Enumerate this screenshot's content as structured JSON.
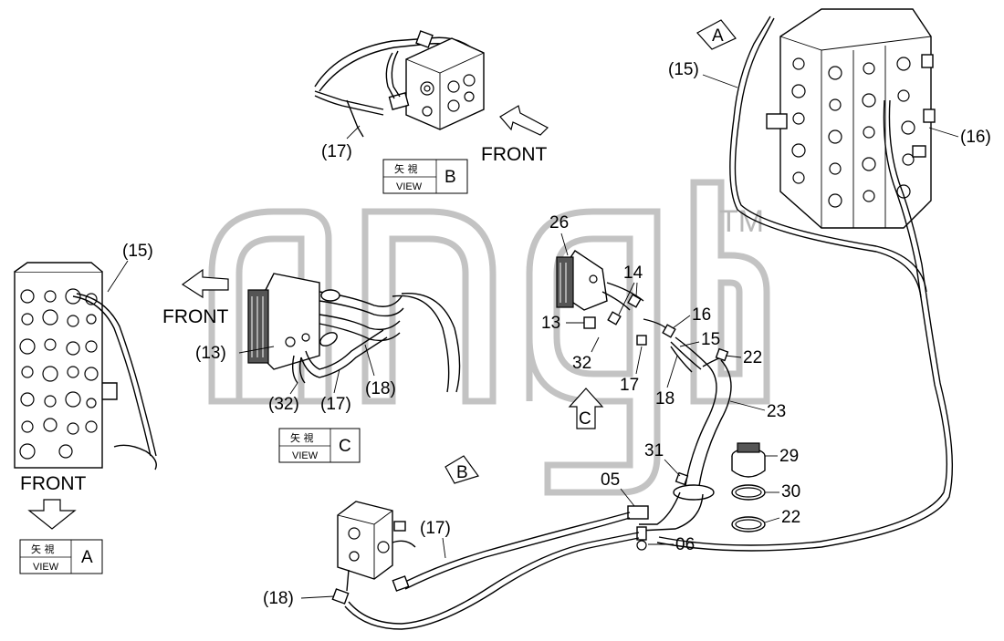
{
  "watermark": {
    "trademark": "TM"
  },
  "directions": {
    "front": "FRONT"
  },
  "views": [
    {
      "id": "B",
      "jp": "矢 視",
      "label": "VIEW",
      "letter": "B"
    },
    {
      "id": "C",
      "jp": "矢 視",
      "label": "VIEW",
      "letter": "C"
    },
    {
      "id": "A",
      "jp": "矢 視",
      "label": "VIEW",
      "letter": "A"
    }
  ],
  "view_arrows": [
    "A",
    "B",
    "C"
  ],
  "callouts": {
    "c15_top": "(15)",
    "c16": "(16)",
    "c17_view_b": "(17)",
    "c15_left": "(15)",
    "c13_view_c": "(13)",
    "c32_view_c": "(32)",
    "c17_view_c": "(17)",
    "c18_view_c": "(18)",
    "c17_bottom": "(17)",
    "c18_bottom": "(18)",
    "p26": "26",
    "p14": "14",
    "p13": "13",
    "p32": "32",
    "p16": "16",
    "p15": "15",
    "p17": "17",
    "p18": "18",
    "p22_top": "22",
    "p23": "23",
    "p31": "31",
    "p29": "29",
    "p05": "05",
    "p30": "30",
    "p22_bottom": "22",
    "p06": "06"
  }
}
